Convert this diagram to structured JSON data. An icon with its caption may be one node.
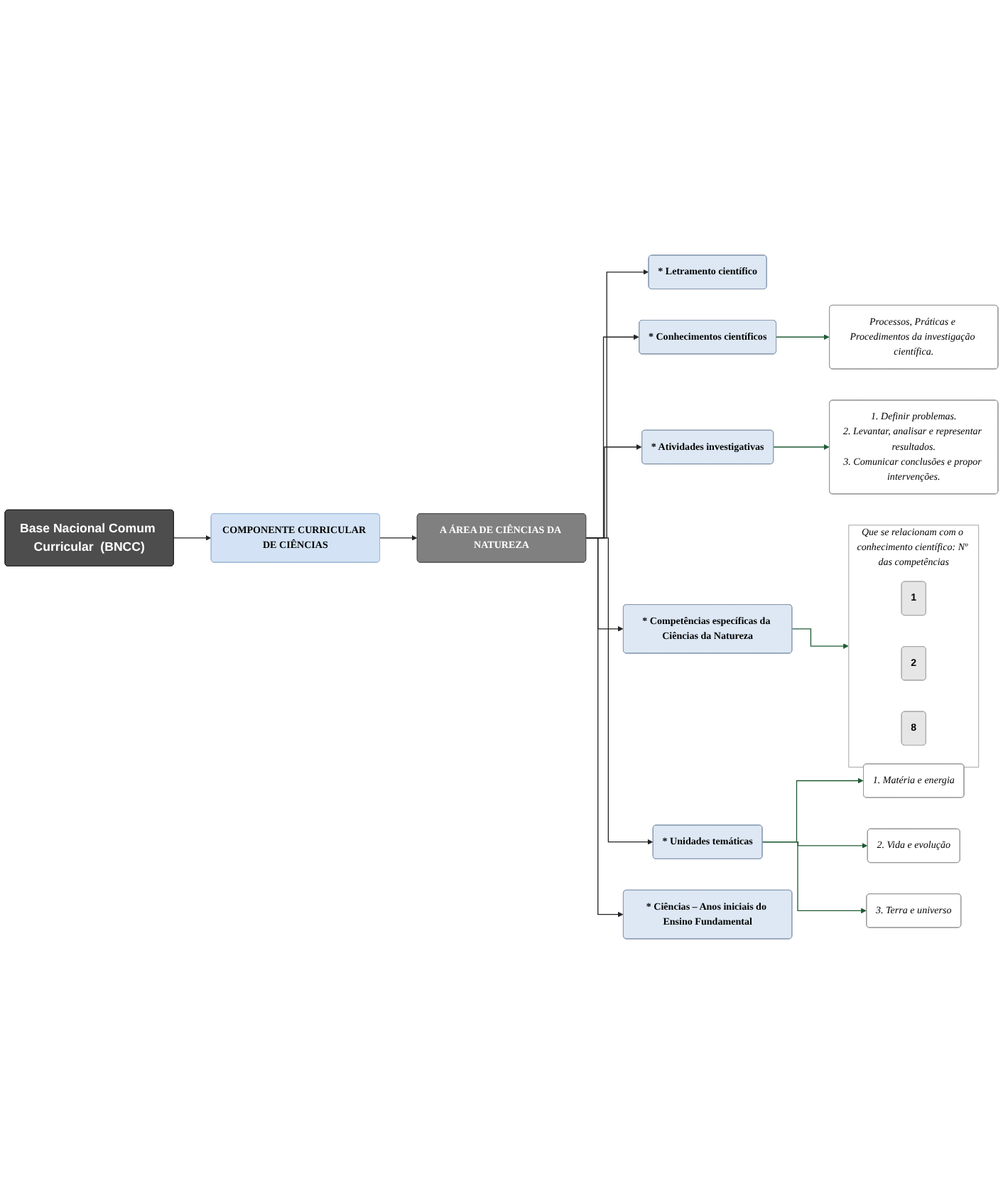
{
  "diagram": {
    "nodes": [
      {
        "text": [
          "Base Nacional Comum Curricular  (BNCC)"
        ]
      },
      {
        "text": [
          "COMPONENTE CURRICULAR DE CIÊNCIAS"
        ]
      },
      {
        "text": [
          "A ÁREA DE CIÊNCIAS DA NATUREZA"
        ]
      },
      {
        "text": [
          "* Letramento científico"
        ]
      },
      {
        "text": [
          "* Conhecimentos científicos"
        ]
      },
      {
        "text": [
          "Processos, Práticas e Procedimentos da investigação científica."
        ]
      },
      {
        "text": [
          "* Atividades investigativas"
        ]
      },
      {
        "text": [
          "1. Definir problemas.",
          "2. Levantar, analisar e representar resultados.",
          "3. Comunicar conclusões e propor intervenções."
        ]
      },
      {
        "text": [
          "* Competências específicas da Ciências da Natureza"
        ]
      },
      {
        "text": [
          "Que se relacionam com o conhecimento científico: Nº das competências"
        ]
      },
      {
        "text": [
          "1"
        ],
        "in": 9
      },
      {
        "text": [
          "2"
        ],
        "in": 9
      },
      {
        "text": [
          "8"
        ],
        "in": 9
      },
      {
        "text": [
          "* Unidades temáticas"
        ]
      },
      {
        "text": [
          "1. Matéria e energia"
        ]
      },
      {
        "text": [
          "2. Vida e evolução"
        ]
      },
      {
        "text": [
          "3. Terra e universo"
        ]
      },
      {
        "text": [
          "* Ciências – Anos iniciais do Ensino Fundamental"
        ]
      }
    ],
    "edges": [
      {
        "from": 0,
        "to": 1,
        "arrow": "to"
      },
      {
        "from": 1,
        "to": 2,
        "arrow": "to"
      },
      {
        "from": 2,
        "to": 3,
        "arrow": "to"
      },
      {
        "from": 2,
        "to": 4,
        "arrow": "to"
      },
      {
        "from": 4,
        "to": 5,
        "arrow": "to",
        "color": "#1e5a32"
      },
      {
        "from": 2,
        "to": 6,
        "arrow": "to"
      },
      {
        "from": 6,
        "to": 7,
        "arrow": "to",
        "color": "#1e5a32"
      },
      {
        "from": 2,
        "to": 8,
        "arrow": "to"
      },
      {
        "from": 8,
        "to": 9,
        "arrow": "to",
        "color": "#1e5a32"
      },
      {
        "from": 2,
        "to": 13,
        "arrow": "to"
      },
      {
        "from": 13,
        "to": 14,
        "arrow": "to",
        "color": "#1e5a32"
      },
      {
        "from": 13,
        "to": 15,
        "arrow": "to",
        "color": "#1e5a32"
      },
      {
        "from": 13,
        "to": 16,
        "arrow": "to",
        "color": "#1e5a32"
      },
      {
        "from": 2,
        "to": 17,
        "arrow": "to"
      }
    ]
  }
}
